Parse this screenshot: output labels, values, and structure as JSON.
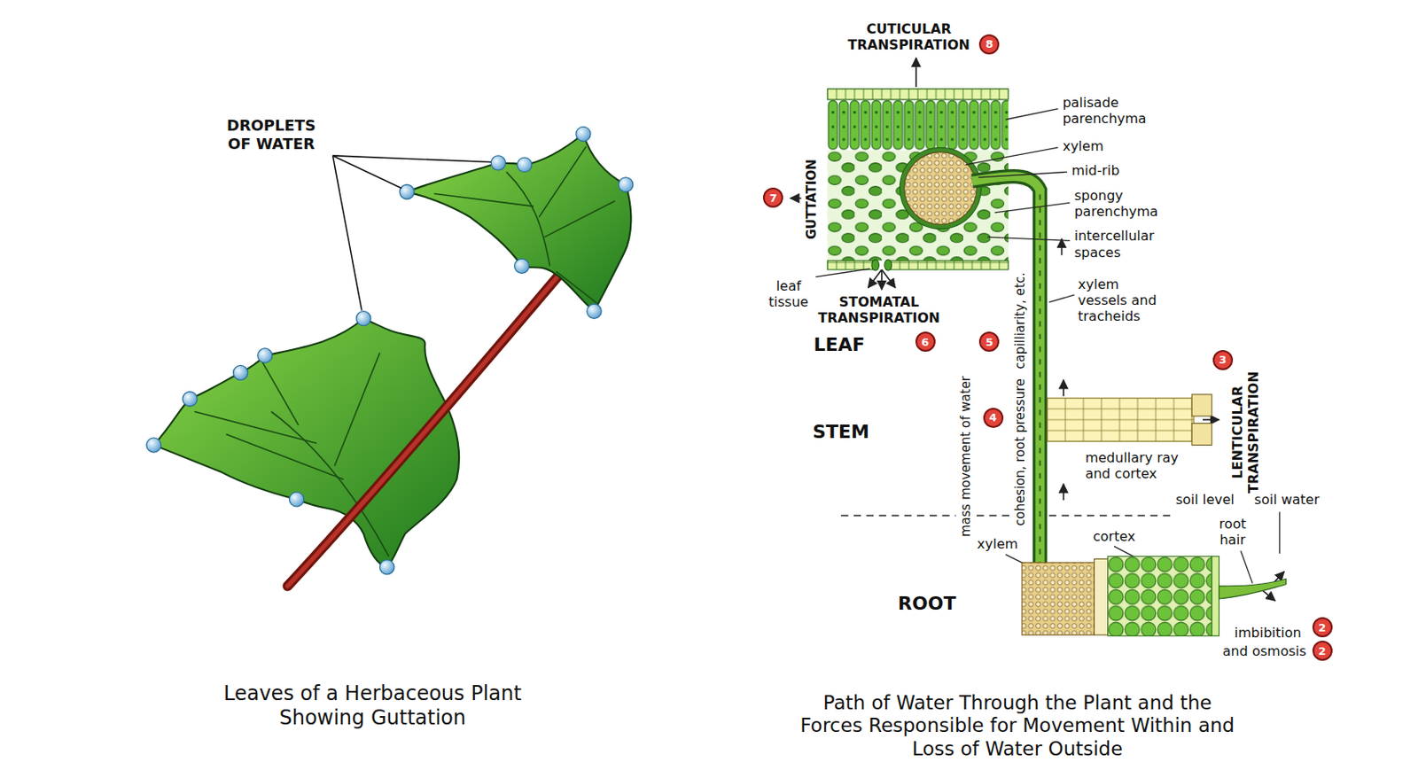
{
  "diagram": {
    "caption": "Path of Water Through the Plant and the Forces Responsible for Movement Within and Loss of Water Outside",
    "nodes": [
      {
        "text": [
          "8"
        ]
      },
      {
        "text": [
          "7"
        ]
      },
      {
        "text": [
          "6"
        ]
      },
      {
        "text": [
          "5"
        ]
      },
      {
        "text": [
          "3"
        ]
      },
      {
        "text": [
          "4"
        ]
      },
      {
        "text": [
          "2"
        ]
      },
      {
        "text": [
          "2"
        ]
      }
    ],
    "labels": [
      "DROPLETS OF WATER",
      "Leaves of a Herbaceous Plant Showing Guttation",
      "CUTICULAR TRANSPIRATION",
      "palisade parenchyma",
      "xylem",
      "mid-rib",
      "spongy parenchyma",
      "intercellular spaces",
      "GUTTATION",
      "leaf tissue",
      "STOMATAL TRANSPIRATION",
      "LEAF",
      "capilliarity, etc.",
      "xylem vessels and tracheids",
      "mass movement of water",
      "cohesion, root pressure",
      "LENTICULAR TRANSPIRATION",
      "STEM",
      "medullary ray and cortex",
      "soil level",
      "soil water",
      "root hair",
      "cortex",
      "xylem",
      "ROOT",
      "imbibition",
      "and osmosis"
    ]
  }
}
